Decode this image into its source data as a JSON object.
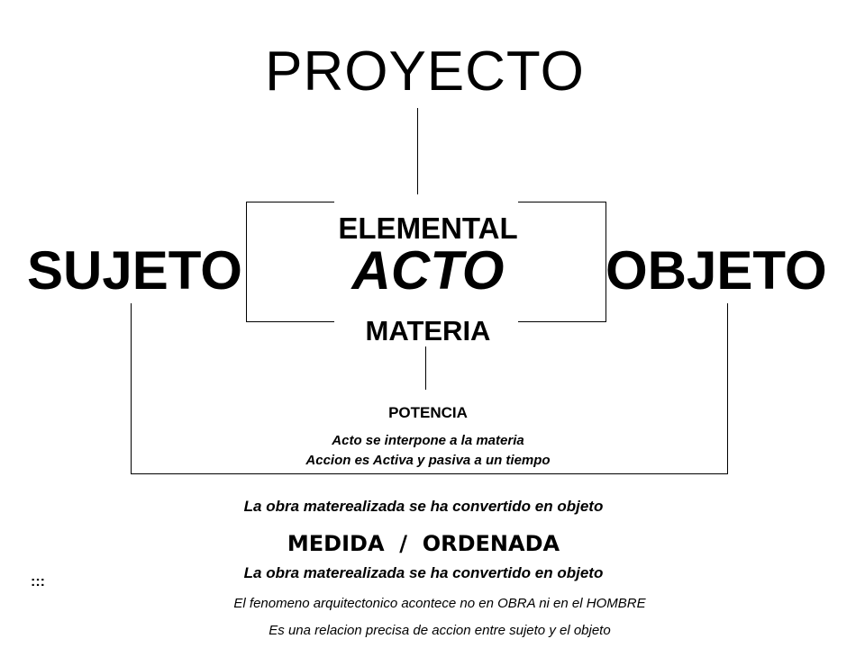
{
  "title": "PROYECTO",
  "left_term": "SUJETO",
  "right_term": "OBJETO",
  "center": {
    "top_label": "ELEMENTAL",
    "main": "ACTO",
    "bottom_label": "MATERIA"
  },
  "potencia": {
    "label": "POTENCIA",
    "lines": [
      "Acto se interpone a la materia",
      "Accion es Activa y pasiva a un tiempo"
    ]
  },
  "notes": {
    "obra_line_1": "La obra materealizada se ha convertido en objeto",
    "medida": "MEDIDA  /  ORDENADA",
    "obra_line_2": "La obra materealizada se ha convertido en objeto",
    "fenomeno": "El fenomeno arquitectonico acontece no en OBRA ni en el HOMBRE",
    "relacion": "Es una relacion precisa de accion entre sujeto y el objeto"
  },
  "marker": ":::"
}
